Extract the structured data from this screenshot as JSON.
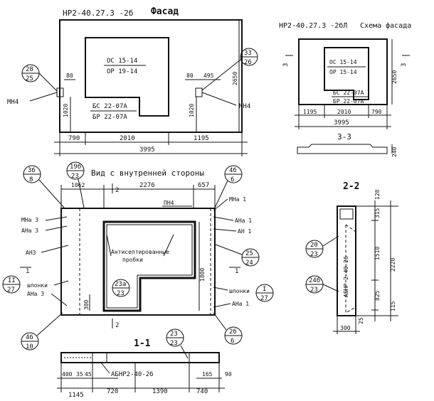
{
  "facade": {
    "mark": "НР2-40.27.3 -2б",
    "title": "Фасад",
    "opening_top_1": "ОС 15-14",
    "opening_top_2": "ОР 19-14",
    "opening_door_1": "БС 22-07А",
    "opening_door_2": "БР 22-07А",
    "callout_left_top": "28",
    "callout_left_bot": "25",
    "callout_right_top": "33",
    "callout_right_bot": "26",
    "dim_80_left": "80",
    "dim_80_right": "80",
    "dim_495": "495",
    "dim_2650": "2650",
    "dim_1020_left": "1020",
    "dim_1020_right": "1020",
    "dim_790": "790",
    "dim_2010": "2010",
    "dim_1195": "1195",
    "dim_3995": "3995",
    "mn4_left": "МН4",
    "mn4_right": "МН4"
  },
  "scheme": {
    "mark": "НР2-40.27.3 -2бЛ",
    "title": "Схема фасада",
    "opening_1": "ОС 15-14",
    "opening_2": "ОР 15-14",
    "door_1": "БС 22-07А",
    "door_2": "БР 22-07А",
    "sec_left": "3",
    "sec_right": "3",
    "dim_2650": "2650",
    "dim_1195": "1195",
    "dim_2010": "2010",
    "dim_790": "790",
    "dim_3995": "3995",
    "section_label": "3-3",
    "dim_240": "240"
  },
  "inner": {
    "title": "Вид с внутренней стороны",
    "c1_top": "3б",
    "c1_bot": "8",
    "c2_top": "19б",
    "c2_bot": "23",
    "c3_top": "4б",
    "c3_bot": "6",
    "c4_top": "25",
    "c4_bot": "24",
    "c5_top": "II",
    "c5_bot": "27",
    "c6_top": "I",
    "c6_bot": "27",
    "c7_top": "4б",
    "c7_bot": "10",
    "c8_top": "23а",
    "c8_bot": "23",
    "c9_top": "2б",
    "c9_bot": "6",
    "c10_top": "23",
    "c10_bot": "23",
    "dim_1062": "1062",
    "dim_2276": "2276",
    "dim_657": "657",
    "dim_1800": "1800",
    "dim_300": "300",
    "sec2_top": "2",
    "sec2_bot": "2",
    "sec1_left": "1",
    "sec1_right": "1",
    "lbl_mna3_1": "МНа 3",
    "lbl_ana3_1": "АНа 3",
    "lbl_an3": "АН3",
    "lbl_shponki_l": "шпонки",
    "lbl_ana3_2": "АНа 3",
    "lbl_pn4": "ПН4",
    "lbl_mna1": "МНа 1",
    "lbl_ana1_1": "АНа 1",
    "lbl_an1": "АН 1",
    "lbl_shponki_r": "шпонки",
    "lbl_ana1_2": "АНа 1",
    "lbl_antiseptic_1": "Антисептированные",
    "lbl_antiseptic_2": "пробки"
  },
  "section11": {
    "title": "1-1",
    "mark": "АБНР2-40-2б",
    "dim_400": "400",
    "dim_35": "35",
    "dim_45": "45",
    "dim_165": "165",
    "dim_90": "90",
    "dim_1145": "1145",
    "dim_720": "720",
    "dim_1390": "1390",
    "dim_740": "740"
  },
  "section22": {
    "title": "2-2",
    "mark": "АБНР 2-40-2б",
    "c1_top": "20",
    "c1_bot": "23",
    "c2_top": "24б",
    "c2_bot": "23",
    "dim_128": "128",
    "dim_315": "315",
    "dim_1510": "1510",
    "dim_2220": "2220",
    "dim_825": "825",
    "dim_115": "115",
    "dim_25": "25",
    "dim_300": "300"
  }
}
